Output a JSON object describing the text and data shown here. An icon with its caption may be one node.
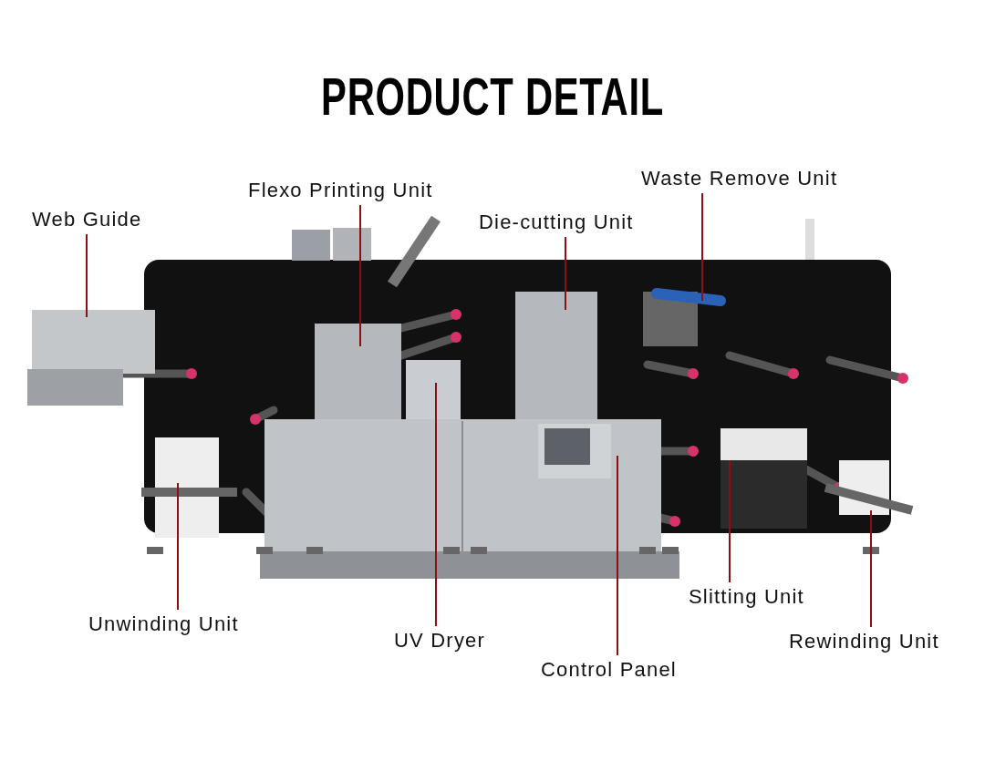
{
  "diagram": {
    "title": "PRODUCT DETAIL",
    "nodes": [
      {
        "text": [
          "Web Guide"
        ]
      },
      {
        "text": [
          "Flexo Printing Unit"
        ]
      },
      {
        "text": [
          "Die-cutting Unit"
        ]
      },
      {
        "text": [
          "Waste Remove Unit"
        ]
      },
      {
        "text": [
          "Unwinding Unit"
        ]
      },
      {
        "text": [
          "UV Dryer"
        ]
      },
      {
        "text": [
          "Control Panel"
        ]
      },
      {
        "text": [
          "Slitting Unit"
        ]
      },
      {
        "text": [
          "Rewinding Unit"
        ]
      }
    ],
    "edges": [
      {
        "from": 0,
        "to": null,
        "arrow": "none"
      },
      {
        "from": 1,
        "to": null,
        "arrow": "none"
      },
      {
        "from": 2,
        "to": null,
        "arrow": "none"
      },
      {
        "from": 3,
        "to": null,
        "arrow": "none"
      },
      {
        "from": 4,
        "to": null,
        "arrow": "none"
      },
      {
        "from": 5,
        "to": null,
        "arrow": "none"
      },
      {
        "from": 6,
        "to": null,
        "arrow": "none"
      },
      {
        "from": 7,
        "to": null,
        "arrow": "none"
      },
      {
        "from": 8,
        "to": null,
        "arrow": "none"
      }
    ]
  }
}
